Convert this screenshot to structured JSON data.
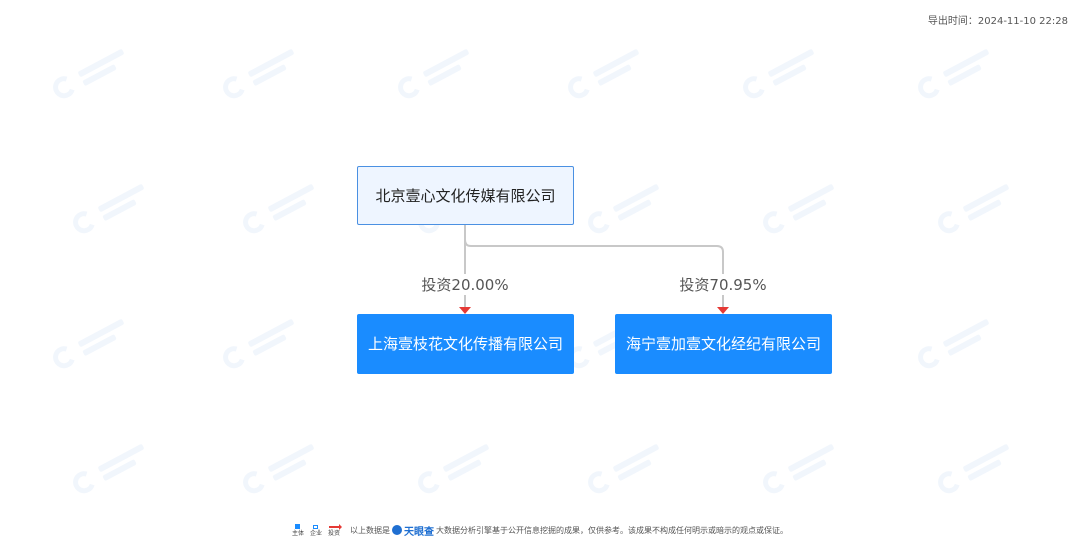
{
  "export": {
    "label": "导出时间：",
    "timestamp": "2024-11-10 22:28"
  },
  "root": {
    "name": "北京壹心文化传媒有限公司"
  },
  "children": [
    {
      "name": "上海壹枝花文化传播有限公司",
      "investment_label": "投资20.00%",
      "share_percent": 20.0
    },
    {
      "name": "海宁壹加壹文化经纪有限公司",
      "investment_label": "投资70.95%",
      "share_percent": 70.95
    }
  ],
  "footer": {
    "legend": [
      {
        "icon": "square-icon",
        "label": "主体"
      },
      {
        "icon": "outline-square-icon",
        "label": "企业"
      },
      {
        "icon": "red-arrow-icon",
        "label": "投资"
      }
    ],
    "prefix": "以上数据是",
    "brand": "天眼查",
    "disclaimer": "大数据分析引擎基于公开信息挖掘的成果，仅供参考。该成果不构成任何明示或暗示的观点或保证。"
  },
  "colors": {
    "root_fill": "#eef5ff",
    "root_border": "#4a90e2",
    "child_fill": "#1a8cff",
    "connector": "#c8c8c8",
    "arrow": "#e53935",
    "brand": "#1f6fd1"
  }
}
